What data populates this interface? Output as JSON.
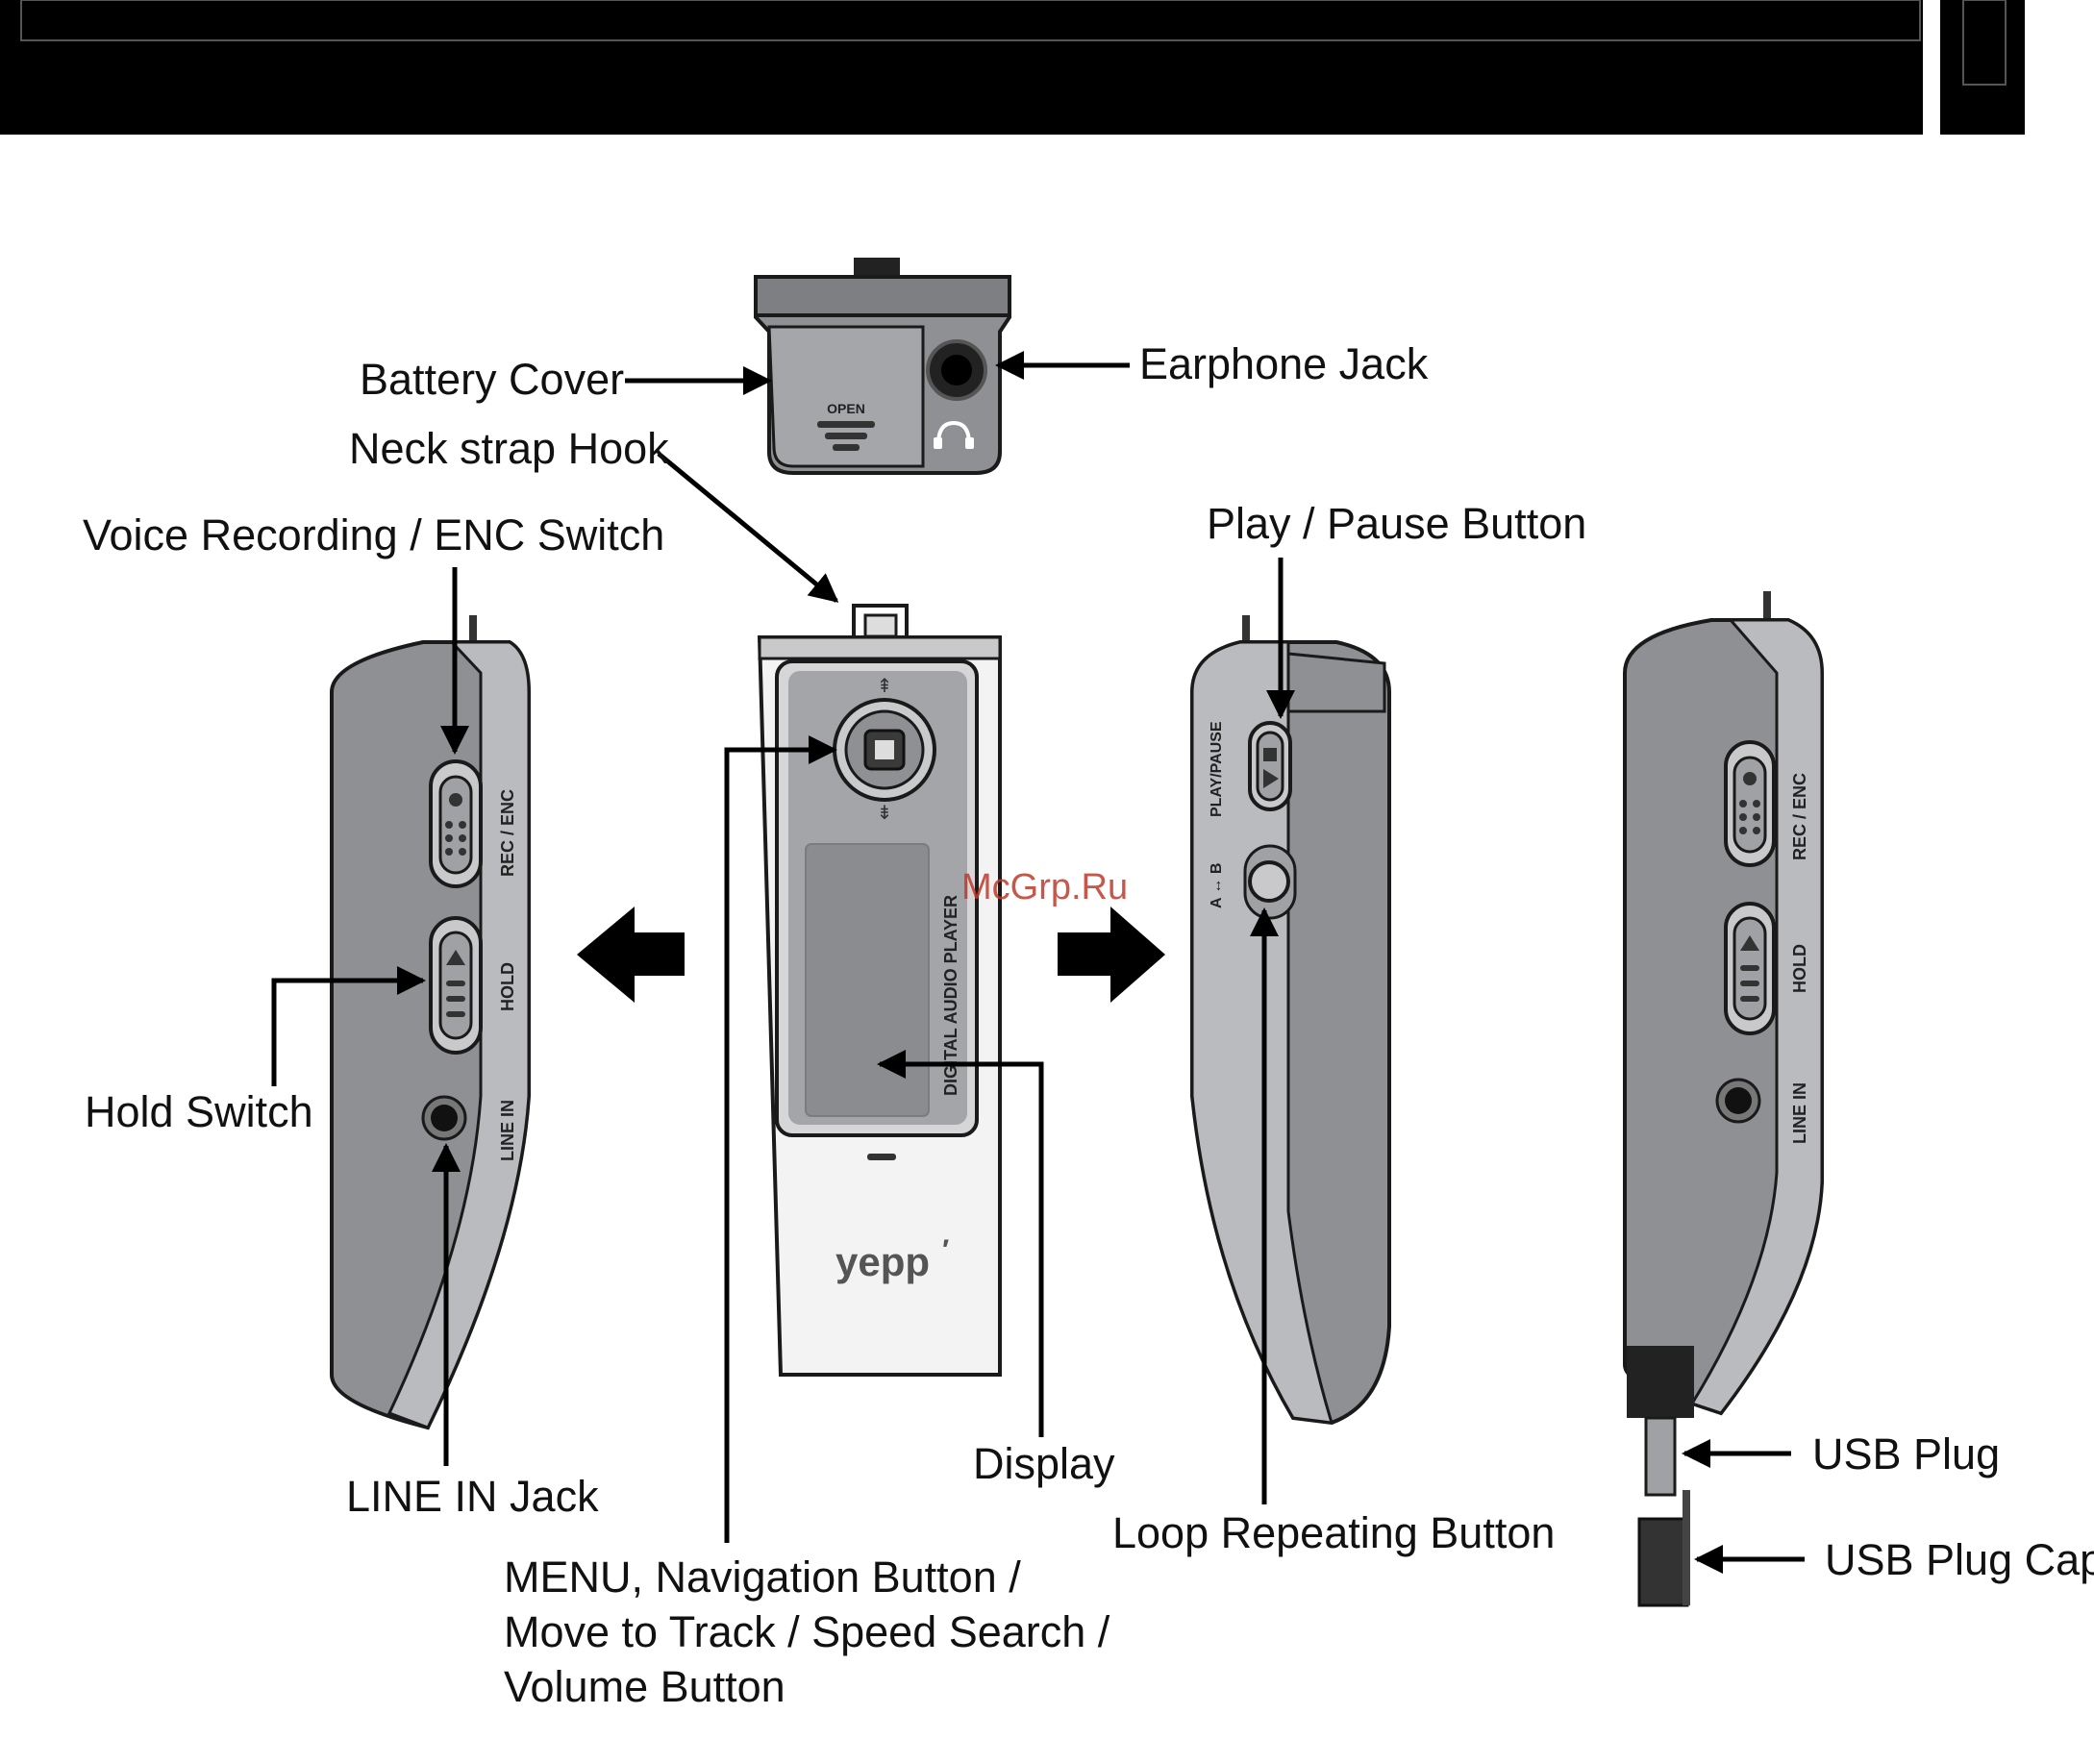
{
  "watermark": "McGrp.Ru",
  "labels": {
    "battery_cover": "Battery Cover",
    "earphone_jack": "Earphone Jack",
    "neck_strap_hook": "Neck strap Hook",
    "voice_recording_switch": "Voice Recording / ENC Switch",
    "play_pause_button": "Play / Pause Button",
    "hold_switch": "Hold Switch",
    "line_in_jack": "LINE IN Jack",
    "display": "Display",
    "loop_repeating_button": "Loop Repeating Button",
    "menu_nav_line1": "MENU, Navigation Button /",
    "menu_nav_line2": "Move to Track / Speed Search /",
    "menu_nav_line3": "Volume Button",
    "usb_plug": "USB Plug",
    "usb_plug_cap": "USB Plug Cap"
  },
  "device": {
    "brand": "yepp",
    "product_text": "DIGITAL AUDIO PLAYER",
    "open_text": "OPEN",
    "rec_enc": "REC / ENC",
    "hold": "HOLD",
    "line_in": "LINE IN",
    "play_pause": "PLAY/PAUSE",
    "ab": "A ↔ B"
  },
  "colors": {
    "body_gray": "#8e9094",
    "light_gray": "#b9bbbe",
    "dark": "#1a1a1a",
    "white_body": "#f3f3f3"
  }
}
